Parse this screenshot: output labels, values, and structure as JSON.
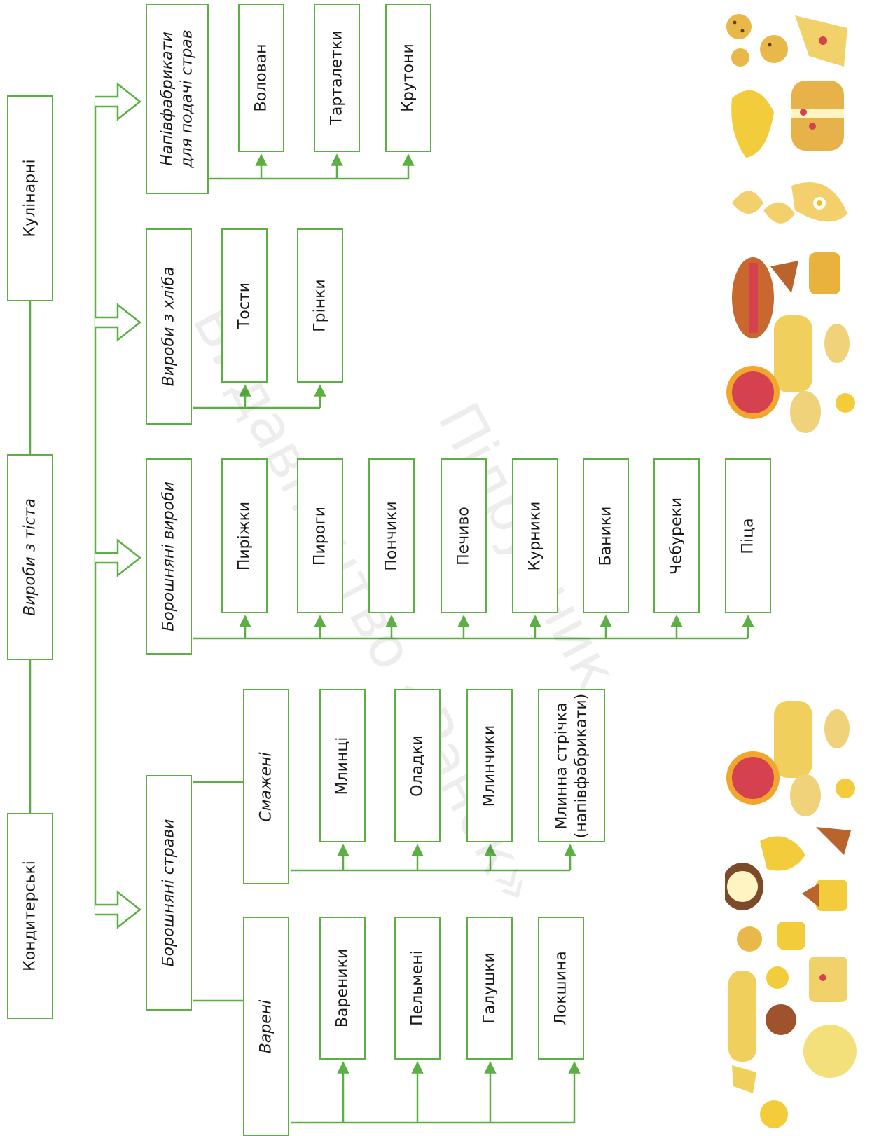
{
  "top_categories": [
    "Кондитерські",
    "Вироби з тіста",
    "Кулінарні"
  ],
  "groups": {
    "dishes": "Борошняні страви",
    "boiled": "Варені",
    "fried": "Смажені",
    "products": "Борошняні вироби",
    "bread": "Вироби з хліба",
    "semi": "Напівфабрикати\nдля подачі страв"
  },
  "boiled_items": [
    "Вареники",
    "Пельмені",
    "Галушки",
    "Локшина"
  ],
  "fried_items": [
    "Млинці",
    "Оладки",
    "Млинчики",
    "Млинна стрічка\n(напівфабрикати)"
  ],
  "product_items": [
    "Пиріжки",
    "Пироги",
    "Пончики",
    "Печиво",
    "Курники",
    "Баники",
    "Чебуреки",
    "Піца"
  ],
  "bread_items": [
    "Тости",
    "Грінки"
  ],
  "semi_items": [
    "Волован",
    "Тарталетки",
    "Крутони"
  ],
  "watermark": [
    "Видавництво «Ранок»",
    "Підручник"
  ],
  "colors": {
    "accent": "#5cb043",
    "text": "#1a1a1a"
  },
  "decorations": [
    "bakery-illustration-top",
    "bakery-illustration-bottom"
  ]
}
